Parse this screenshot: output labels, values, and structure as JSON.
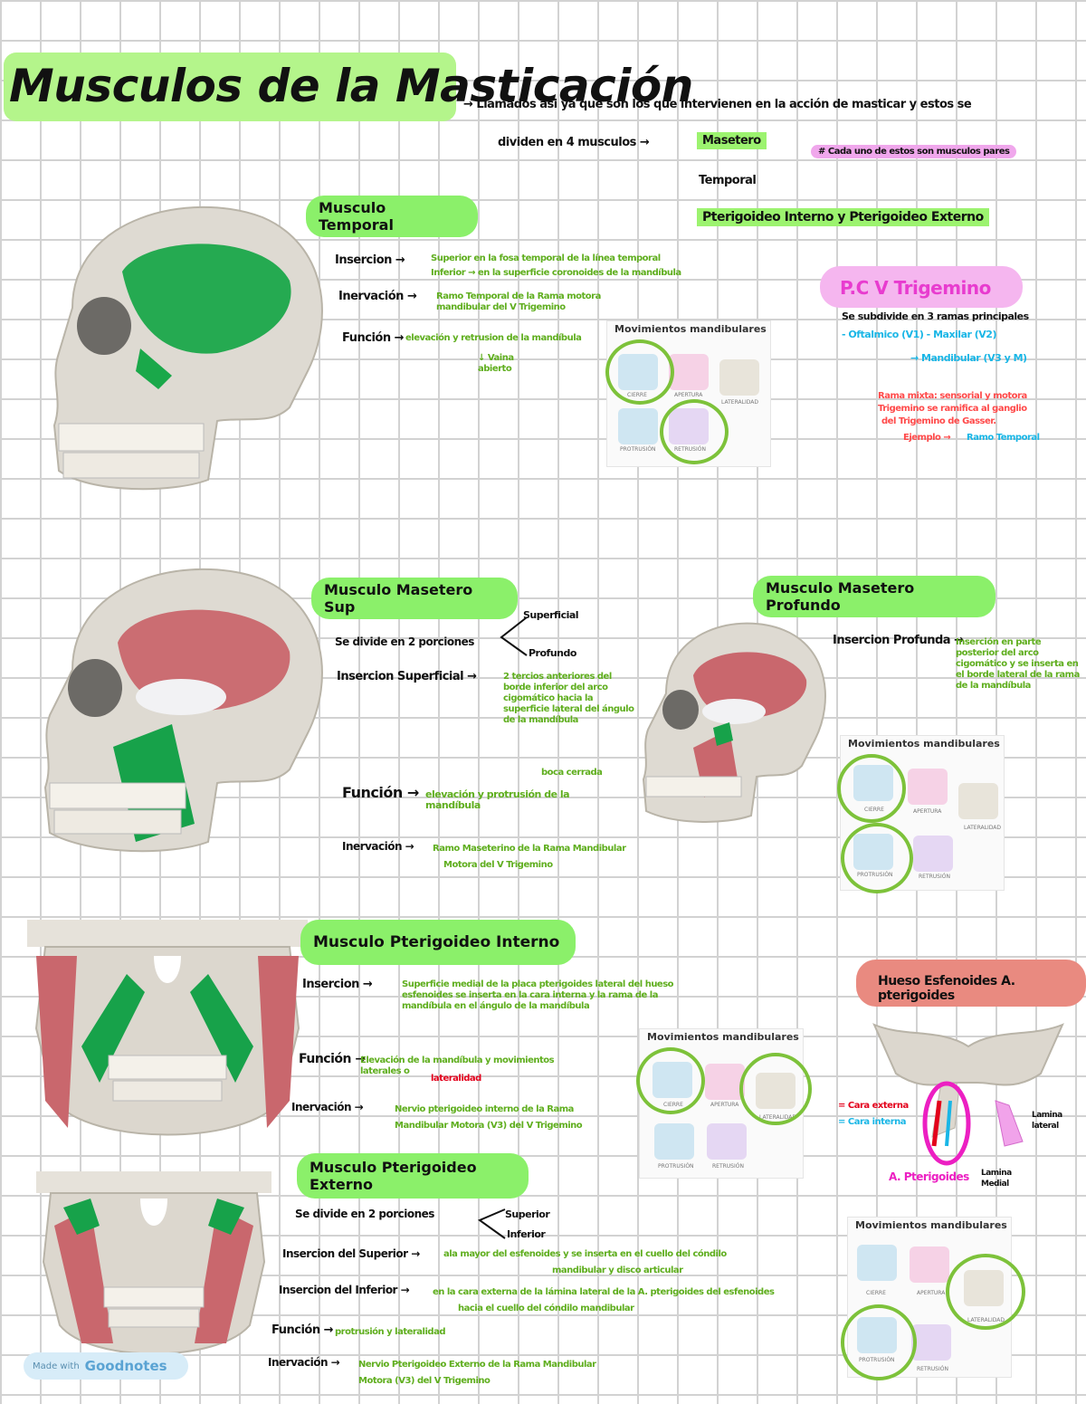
{
  "title": "Musculos de la Masticación",
  "intro": {
    "line1": "→ Llamados asi ya que son los que intervienen en la acción de masticar y estos se",
    "line2": "dividen en 4 musculos →",
    "muscles": [
      "Masetero",
      "Temporal",
      "Pterigoideo Interno y Pterigoideo Externo"
    ],
    "note": "# Cada uno de estos son musculos pares"
  },
  "temporal": {
    "heading": "Musculo Temporal",
    "insercion_label": "Insercion →",
    "insercion_1": "Superior en la fosa temporal de la línea temporal",
    "insercion_2": "Inferior → en la superficie coronoides de la mandíbula",
    "inervacion_label": "Inervación →",
    "inervacion": "Ramo Temporal de la Rama motora mandibular del V Trigemino",
    "funcion_label": "Función →",
    "funcion": "elevación y retrusion de la mandíbula",
    "funcion_sub": "↓ Vaina abierto"
  },
  "pcv": {
    "heading": "P.C V Trigemino",
    "line1": "Se subdivide en 3 ramas principales",
    "line2": "- Oftalmico (V1) - Maxilar (V2)",
    "line3": "→ Mandibular (V3 y M)",
    "red1": "Rama mixta: sensorial y motora",
    "red2": "Trigemino se ramifica al ganglio",
    "red3": "del Trigemino de Gasser.",
    "red4": "Ejemplo →",
    "red4b": "Ramo Temporal"
  },
  "masetero_sup": {
    "heading": "Musculo Masetero Sup",
    "divide": "Se divide en 2 porciones",
    "branch1": "Superficial",
    "branch2": "Profundo",
    "insercion_label": "Insercion Superficial →",
    "insercion": "2 tercios anteriores del borde inferior del arco cigomático hacia la superficie lateral del ángulo de la mandíbula",
    "funcion_label": "Función →",
    "funcion": "elevación y protrusión de la mandíbula",
    "funcion_top": "boca cerrada",
    "inervacion_label": "Inervación →",
    "inervacion_1": "Ramo Maseterino de la Rama Mandibular",
    "inervacion_2": "Motora del V Trigemino"
  },
  "masetero_prof": {
    "heading": "Musculo Masetero Profundo",
    "insercion_label": "Insercion Profunda →",
    "insercion": "Inserción en parte posterior del arco cigomático y se inserta en el borde lateral de la rama de la mandíbula"
  },
  "pter_int": {
    "heading": "Musculo Pterigoideo Interno",
    "insercion_label": "Insercion →",
    "insercion": "Superficie medial de la placa pterigoides lateral del hueso esfenoides se inserta en la cara interna y la rama de la mandíbula en el ángulo de la mandíbula",
    "funcion_label": "Función →",
    "funcion": "Elevación de la mandíbula y movimientos laterales o",
    "funcion_red": "lateralidad",
    "inervacion_label": "Inervación →",
    "inervacion_1": "Nervio pterigoideo interno de la Rama",
    "inervacion_2": "Mandibular Motora (V3) del V Trigemino"
  },
  "pter_ext": {
    "heading": "Musculo Pterigoideo Externo",
    "divide": "Se divide en 2 porciones",
    "branch1": "Superior",
    "branch2": "Inferior",
    "sup_label": "Insercion del Superior →",
    "sup_1": "ala mayor del esfenoides y se inserta en el cuello del cóndilo",
    "sup_2": "mandibular y disco articular",
    "inf_label": "Insercion del Inferior →",
    "inf_1": "en la cara externa de la lámina lateral de la A. pterigoides del esfenoides",
    "inf_2": "hacia el cuello del cóndilo mandibular",
    "funcion_label": "Función →",
    "funcion": "protrusión y lateralidad",
    "inervacion_label": "Inervación →",
    "inervacion_1": "Nervio Pterigoideo Externo de la Rama Mandibular",
    "inervacion_2": "Motora (V3) del V Trigemino"
  },
  "esfenoides": {
    "heading": "Hueso Esfenoides A. pterigoides",
    "lateral_red": "= Cara externa",
    "lateral_blue": "= Cara interna",
    "lamina_lat": "Lamina lateral",
    "lamina_med": "Lamina Medial",
    "apof": "A. Pterigoides"
  },
  "movimientos": {
    "title": "Movimientos mandibulares",
    "labels": [
      "CIERRE",
      "APERTURA",
      "LATERALIDAD",
      "PROTRUSIÓN",
      "RETRUSIÓN"
    ]
  },
  "footer": {
    "made_with": "Made with",
    "brand": "Goodnotes"
  },
  "colors": {
    "green_highlight": "#8bf06a",
    "green_text": "#5fae1e",
    "magenta": "#e83ccf",
    "red_salmon": "#e98a80",
    "cyan": "#19b6e6"
  }
}
